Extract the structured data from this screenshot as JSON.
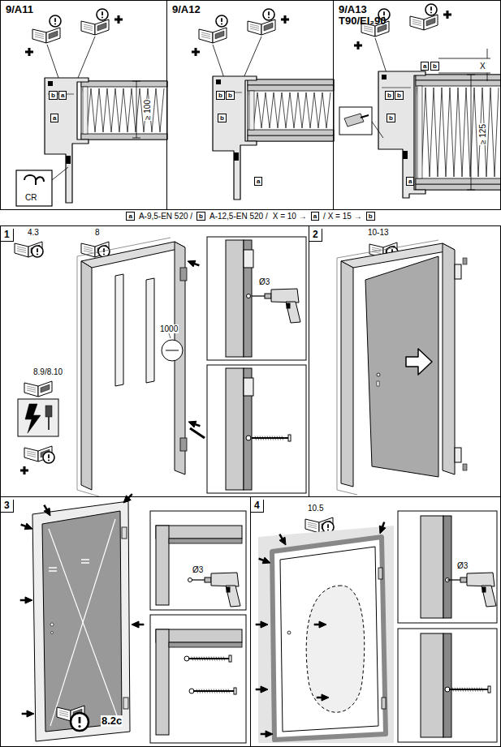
{
  "diagram": {
    "nodes": [
      {
        "text": [
          "9/A11"
        ]
      },
      {
        "text": [
          "9/A12"
        ]
      },
      {
        "text": [
          "9/A13 T90/EI₂90"
        ]
      },
      {
        "text": [
          "1"
        ]
      },
      {
        "text": [
          "2"
        ]
      },
      {
        "text": [
          "3"
        ]
      },
      {
        "text": [
          "4"
        ]
      }
    ],
    "labels": [
      "b",
      "a",
      "a",
      "≥ 100",
      "CR",
      "b",
      "b",
      "b",
      "a",
      "a",
      "b",
      "X",
      "b",
      "b",
      "b",
      "a",
      "≥ 125",
      "a",
      "A-9,5-EN 520 /",
      "b",
      "A-12,5-EN 520 /",
      "X = 10 →",
      "a",
      "/ X = 15 →",
      "b",
      "4.3",
      "8",
      "8.9/8.10",
      "1000",
      "Ø3",
      "10-13",
      "Ø3",
      "8.2c",
      "10.5",
      "Ø3"
    ]
  }
}
